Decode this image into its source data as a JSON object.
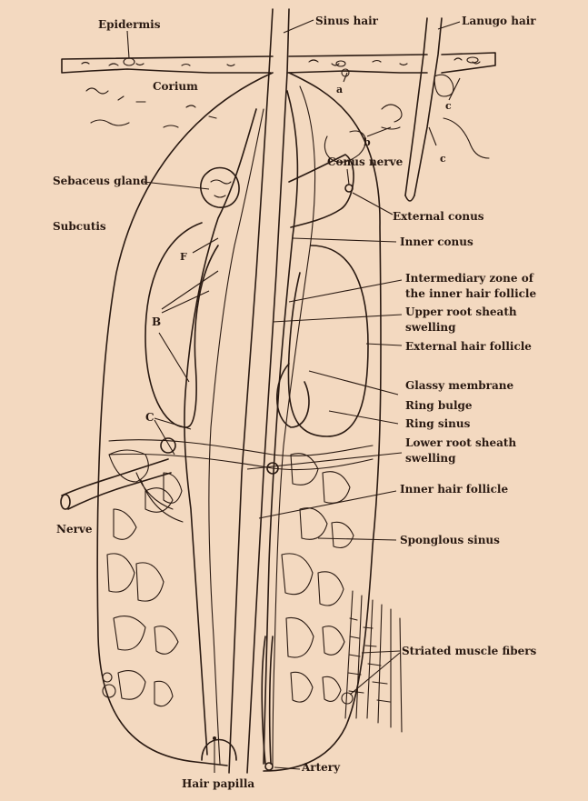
{
  "labels": {
    "epidermis": "Epidermis",
    "sinus_hair": "Sinus hair",
    "lanugo_hair": "Lanugo hair",
    "corium": "Corium",
    "a": "a",
    "b": "b",
    "c_upper": "c",
    "c_lower": "c",
    "conus_nerve": "Conus nerve",
    "sebaceus_gland": "Sebaceus gland",
    "external_conus": "External conus",
    "subcutis": "Subcutis",
    "inner_conus": "Inner conus",
    "f": "F",
    "intermediary_zone_1": "Intermediary zone of",
    "intermediary_zone_2": "the inner hair follicle",
    "b_upper": "B",
    "upper_root_1": "Upper root sheath",
    "upper_root_2": "swelling",
    "external_hair_follicle": "External hair follicle",
    "glassy_membrane": "Glassy membrane",
    "ring_bulge": "Ring bulge",
    "ring_sinus": "Ring sinus",
    "c_mid": "C",
    "lower_root_1": "Lower root sheath",
    "lower_root_2": "swelling",
    "inner_hair_follicle": "Inner hair follicle",
    "nerve": "Nerve",
    "sponglous_sinus": "Sponglous sinus",
    "striated_muscle": "Striated muscle fibers",
    "artery": "Artery",
    "hair_papilla": "Hair papilla"
  },
  "colors": {
    "background": "#f3d9c0",
    "ink": "#2a1a12"
  }
}
